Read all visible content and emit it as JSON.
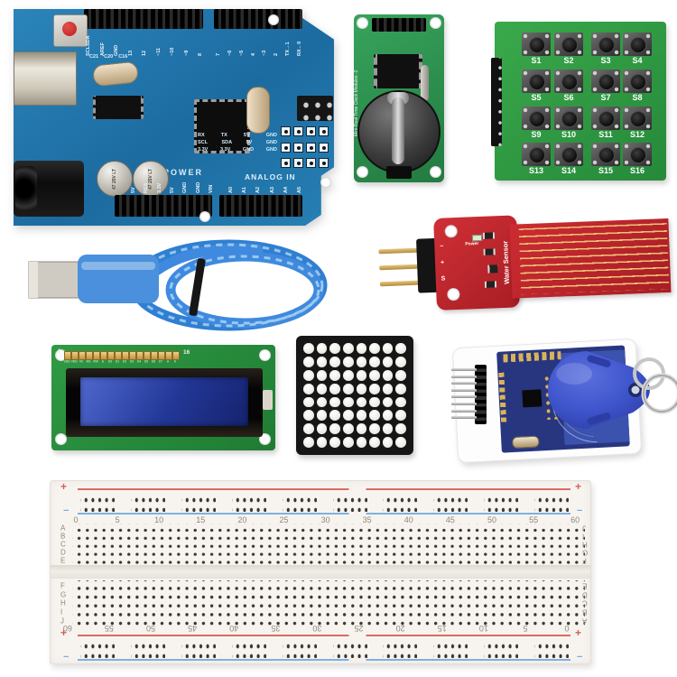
{
  "arduino_board": {
    "digital_pin_labels_left": [
      "SCLSDA",
      "AREF",
      "GND",
      "13",
      "12",
      "~11",
      "~10",
      "~9",
      "8"
    ],
    "digital_pin_labels_right": [
      "7",
      "~6",
      "~5",
      "4",
      "~3",
      "2",
      "TX→1",
      "RX←0"
    ],
    "power_section_label": "POWER",
    "analog_section_label": "ANALOG IN",
    "aux_pinout_rows": [
      [
        "RX",
        "TX",
        "5V",
        "GND"
      ],
      [
        "SCL",
        "SDA",
        "5V",
        "GND"
      ],
      [
        "3.3V",
        "3.3V",
        "GND",
        "GND"
      ]
    ],
    "power_pin_labels": [
      "5V",
      "RES",
      "3.3V",
      "5V",
      "GND",
      "GND",
      "VIN"
    ],
    "analog_pin_labels": [
      "A0",
      "A1",
      "A2",
      "A3",
      "A4",
      "A5"
    ],
    "capacitor_label": "47 25V LT",
    "silkscreen_refs": [
      "C21",
      "C20",
      "C16"
    ]
  },
  "rtc_module": {
    "side_label": "Mini-Real Time Clock Modules -2"
  },
  "keypad": {
    "button_labels": [
      "S1",
      "S2",
      "S3",
      "S4",
      "S5",
      "S6",
      "S7",
      "S8",
      "S9",
      "S10",
      "S11",
      "S12",
      "S13",
      "S14",
      "S15",
      "S16"
    ]
  },
  "water_sensor": {
    "title": "Water Sensor",
    "power_label": "Power",
    "pin_labels": [
      "−",
      "+",
      "S"
    ]
  },
  "lcd_display": {
    "first_pin": "1",
    "last_pin": "16",
    "pin_labels": [
      "VSS",
      "VDD",
      "V0",
      "RS",
      "RW",
      "E",
      "D0",
      "D1",
      "D2",
      "D3",
      "D4",
      "D5",
      "D6",
      "D7",
      "A",
      "K"
    ]
  },
  "led_matrix": {
    "rows": 8,
    "cols": 8
  },
  "breadboard": {
    "column_numbers": [
      "0",
      "5",
      "10",
      "15",
      "20",
      "25",
      "30",
      "35",
      "40",
      "45",
      "50",
      "55",
      "60"
    ],
    "row_letters_top_half": [
      "A",
      "B",
      "C",
      "D",
      "E"
    ],
    "row_letters_bottom_half": [
      "F",
      "G",
      "H",
      "I",
      "J"
    ],
    "plus": "+",
    "minus": "−",
    "rail_groups_per_row": 10
  },
  "colors": {
    "arduino_pcb": "#2077ad",
    "green_pcb": "#2f9a3e",
    "water_sensor_pcb": "#c0272d",
    "lcd_screen": "#2742a8",
    "rfid_pcb": "#27367f",
    "key_fob": "#3f55cc",
    "usb_cable": "#3a85d8",
    "breadboard_body": "#f7f4ef"
  }
}
